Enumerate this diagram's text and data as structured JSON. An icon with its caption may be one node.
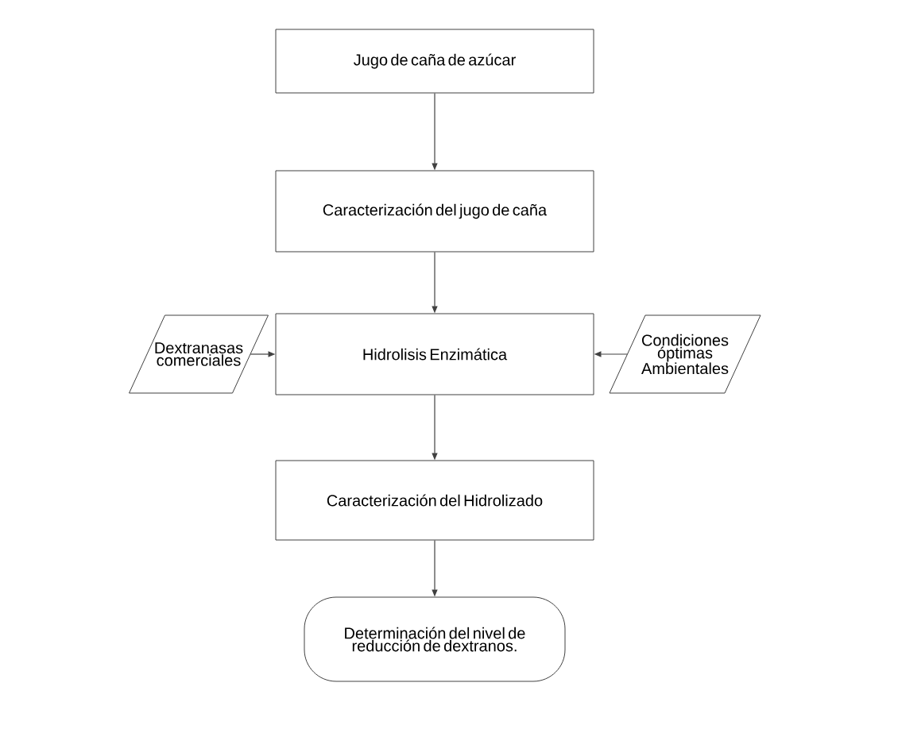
{
  "diagram": {
    "nodes": [
      {
        "text": [
          "Jugo de caña de azúcar"
        ]
      },
      {
        "text": [
          "Caracterización del jugo de caña"
        ]
      },
      {
        "text": [
          "Dextranasas comerciales"
        ]
      },
      {
        "text": [
          "Hidrolisis Enzimática"
        ]
      },
      {
        "text": [
          "Condiciones óptimas Ambientales"
        ]
      },
      {
        "text": [
          "Caracterización del Hidrolizado"
        ]
      },
      {
        "text": [
          "Determinación del nivel de reducción de dextranos."
        ]
      }
    ],
    "edges": [
      {
        "from": 0,
        "to": 1,
        "arrow": "to"
      },
      {
        "from": 1,
        "to": 3,
        "arrow": "to"
      },
      {
        "from": 2,
        "to": 3,
        "arrow": "to"
      },
      {
        "from": 4,
        "to": 3,
        "arrow": "to"
      },
      {
        "from": 3,
        "to": 5,
        "arrow": "to"
      },
      {
        "from": 5,
        "to": 6,
        "arrow": "to"
      }
    ]
  }
}
